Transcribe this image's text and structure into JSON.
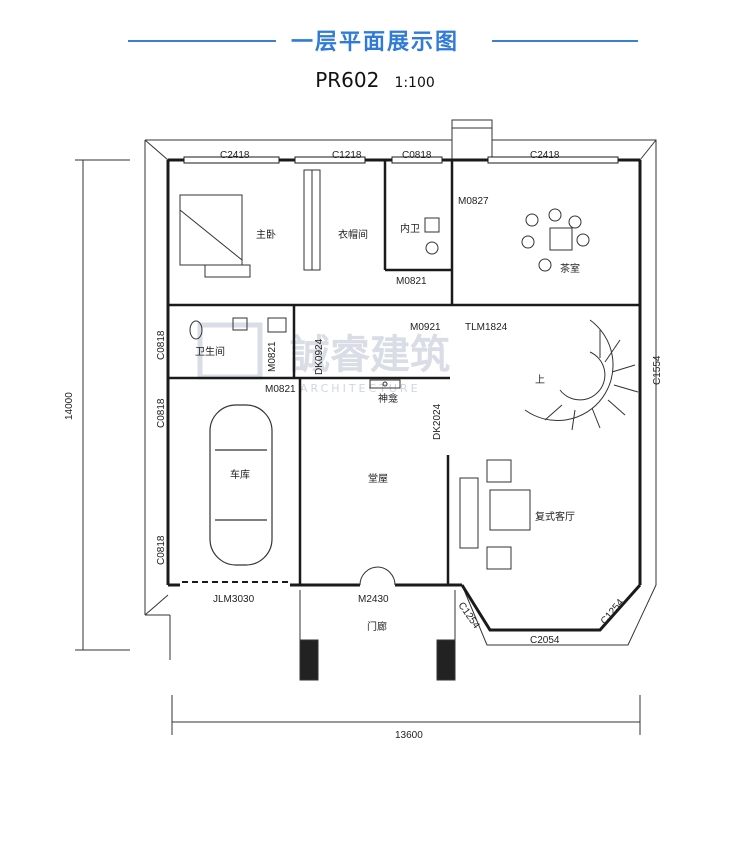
{
  "header": {
    "title": "一层平面展示图",
    "plan_code": "PR602",
    "scale": "1:100"
  },
  "colors": {
    "title": "#2f7bd6",
    "rule": "#3a7fd5",
    "wall": "#1a1a1a",
    "watermark": "#d8dde6"
  },
  "watermark": {
    "text": "誠睿建筑",
    "sub": "ARCHITECTURE"
  },
  "dimensions": {
    "overall_height": "14000",
    "overall_width": "13600"
  },
  "rooms": {
    "master_bedroom": "主卧",
    "cloakroom": "衣帽间",
    "inner_bath": "内卫",
    "tea_room": "茶室",
    "bathroom": "卫生间",
    "garage": "车库",
    "shrine": "神龛",
    "hall": "堂屋",
    "duplex_living": "复式客厅",
    "porch": "门廊",
    "stair_up": "上"
  },
  "openings": {
    "c2418_a": "C2418",
    "c1218": "C1218",
    "c0818_top": "C0818",
    "c2418_b": "C2418",
    "m0827": "M0827",
    "m0821_a": "M0821",
    "m0921": "M0921",
    "tlm1824": "TLM1824",
    "c1554": "C1554",
    "c0818_l1": "C0818",
    "m0821_b": "M0821",
    "dk0924": "DK0924",
    "m0821_c": "M0821",
    "c0818_l2": "C0818",
    "dk2024": "DK2024",
    "c0818_l3": "C0818",
    "jlm3030": "JLM3030",
    "m2430": "M2430",
    "c1254_a": "C1254",
    "c2054": "C2054",
    "c1254_b": "C1254"
  }
}
